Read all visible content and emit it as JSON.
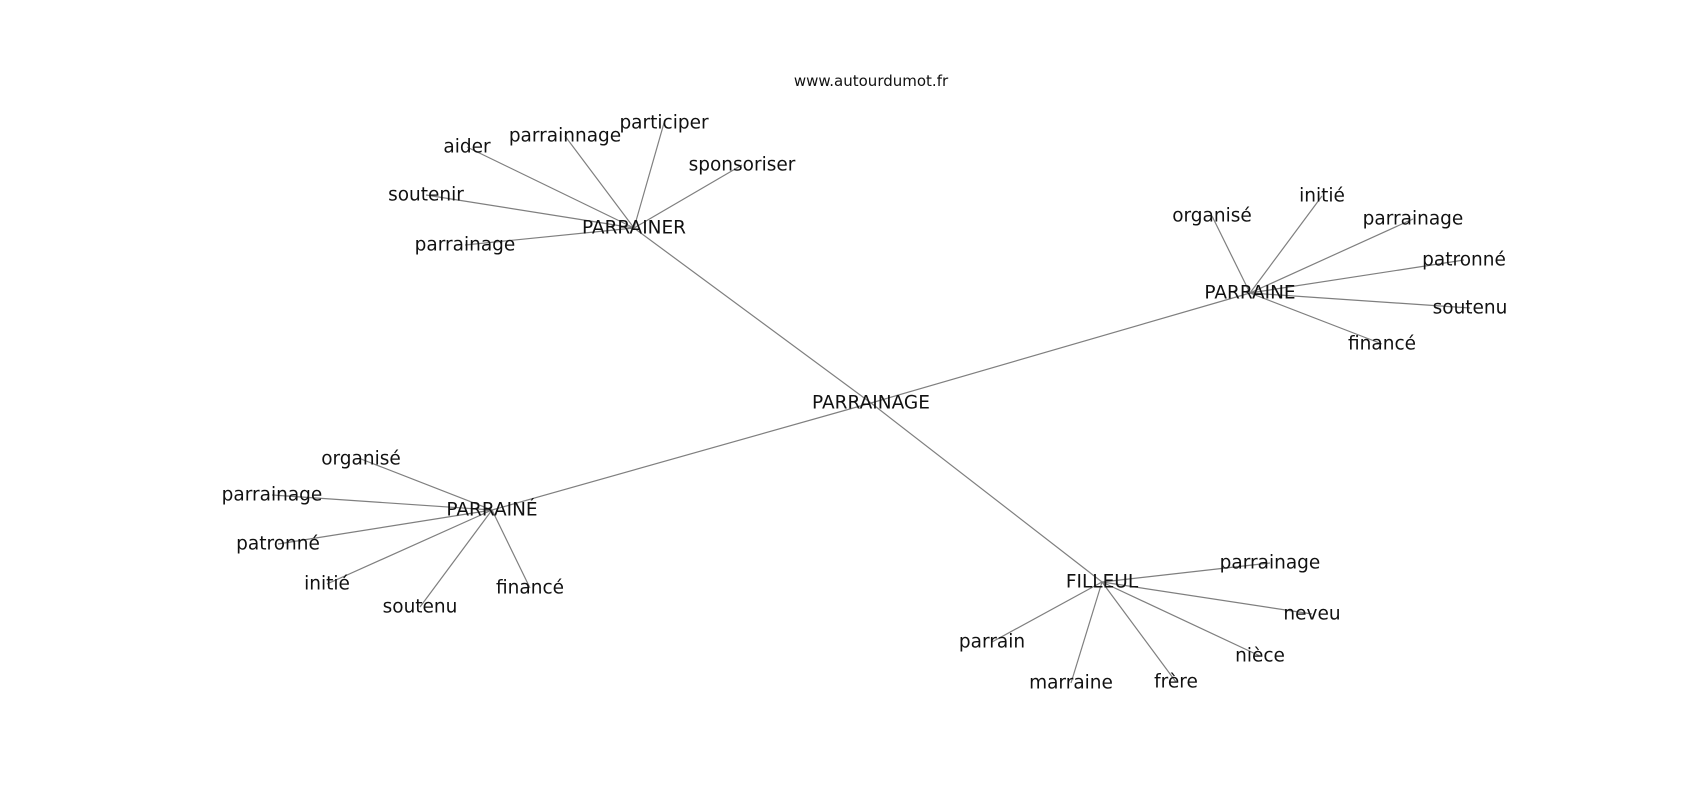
{
  "watermark": "www.autourdumot.fr",
  "nodes": [
    {
      "id": "PARRAINAGE",
      "label": "PARRAINAGE"
    },
    {
      "id": "PARRAINER",
      "label": "PARRAINER"
    },
    {
      "id": "PARRAINE",
      "label": "PARRAINE"
    },
    {
      "id": "PARRAINEE",
      "label": "PARRAINÉ"
    },
    {
      "id": "FILLEUL",
      "label": "FILLEUL"
    },
    {
      "id": "pr_aider",
      "label": "aider"
    },
    {
      "id": "pr_parrainnage",
      "label": "parrainnage"
    },
    {
      "id": "pr_participer",
      "label": "participer"
    },
    {
      "id": "pr_sponsoriser",
      "label": "sponsoriser"
    },
    {
      "id": "pr_soutenir",
      "label": "soutenir"
    },
    {
      "id": "pr_parrainage",
      "label": "parrainage"
    },
    {
      "id": "pe_organise",
      "label": "organisé"
    },
    {
      "id": "pe_initie",
      "label": "initié"
    },
    {
      "id": "pe_parrainage",
      "label": "parrainage"
    },
    {
      "id": "pe_patronne",
      "label": "patronné"
    },
    {
      "id": "pe_soutenu",
      "label": "soutenu"
    },
    {
      "id": "pe_finance",
      "label": "financé"
    },
    {
      "id": "pa_organise",
      "label": "organisé"
    },
    {
      "id": "pa_parrainage",
      "label": "parrainage"
    },
    {
      "id": "pa_patronne",
      "label": "patronné"
    },
    {
      "id": "pa_initie",
      "label": "initié"
    },
    {
      "id": "pa_soutenu",
      "label": "soutenu"
    },
    {
      "id": "pa_finance",
      "label": "financé"
    },
    {
      "id": "fi_parrainage",
      "label": "parrainage"
    },
    {
      "id": "fi_neveu",
      "label": "neveu"
    },
    {
      "id": "fi_niece",
      "label": "nièce"
    },
    {
      "id": "fi_frere",
      "label": "frère"
    },
    {
      "id": "fi_marraine",
      "label": "marraine"
    },
    {
      "id": "fi_parrain",
      "label": "parrain"
    }
  ],
  "edges": [
    [
      "PARRAINAGE",
      "PARRAINER"
    ],
    [
      "PARRAINAGE",
      "PARRAINE"
    ],
    [
      "PARRAINAGE",
      "PARRAINEE"
    ],
    [
      "PARRAINAGE",
      "FILLEUL"
    ],
    [
      "PARRAINER",
      "pr_aider"
    ],
    [
      "PARRAINER",
      "pr_parrainnage"
    ],
    [
      "PARRAINER",
      "pr_participer"
    ],
    [
      "PARRAINER",
      "pr_sponsoriser"
    ],
    [
      "PARRAINER",
      "pr_soutenir"
    ],
    [
      "PARRAINER",
      "pr_parrainage"
    ],
    [
      "PARRAINE",
      "pe_organise"
    ],
    [
      "PARRAINE",
      "pe_initie"
    ],
    [
      "PARRAINE",
      "pe_parrainage"
    ],
    [
      "PARRAINE",
      "pe_patronne"
    ],
    [
      "PARRAINE",
      "pe_soutenu"
    ],
    [
      "PARRAINE",
      "pe_finance"
    ],
    [
      "PARRAINEE",
      "pa_organise"
    ],
    [
      "PARRAINEE",
      "pa_parrainage"
    ],
    [
      "PARRAINEE",
      "pa_patronne"
    ],
    [
      "PARRAINEE",
      "pa_initie"
    ],
    [
      "PARRAINEE",
      "pa_soutenu"
    ],
    [
      "PARRAINEE",
      "pa_finance"
    ],
    [
      "FILLEUL",
      "fi_parrainage"
    ],
    [
      "FILLEUL",
      "fi_neveu"
    ],
    [
      "FILLEUL",
      "fi_niece"
    ],
    [
      "FILLEUL",
      "fi_frere"
    ],
    [
      "FILLEUL",
      "fi_marraine"
    ],
    [
      "FILLEUL",
      "fi_parrain"
    ]
  ]
}
